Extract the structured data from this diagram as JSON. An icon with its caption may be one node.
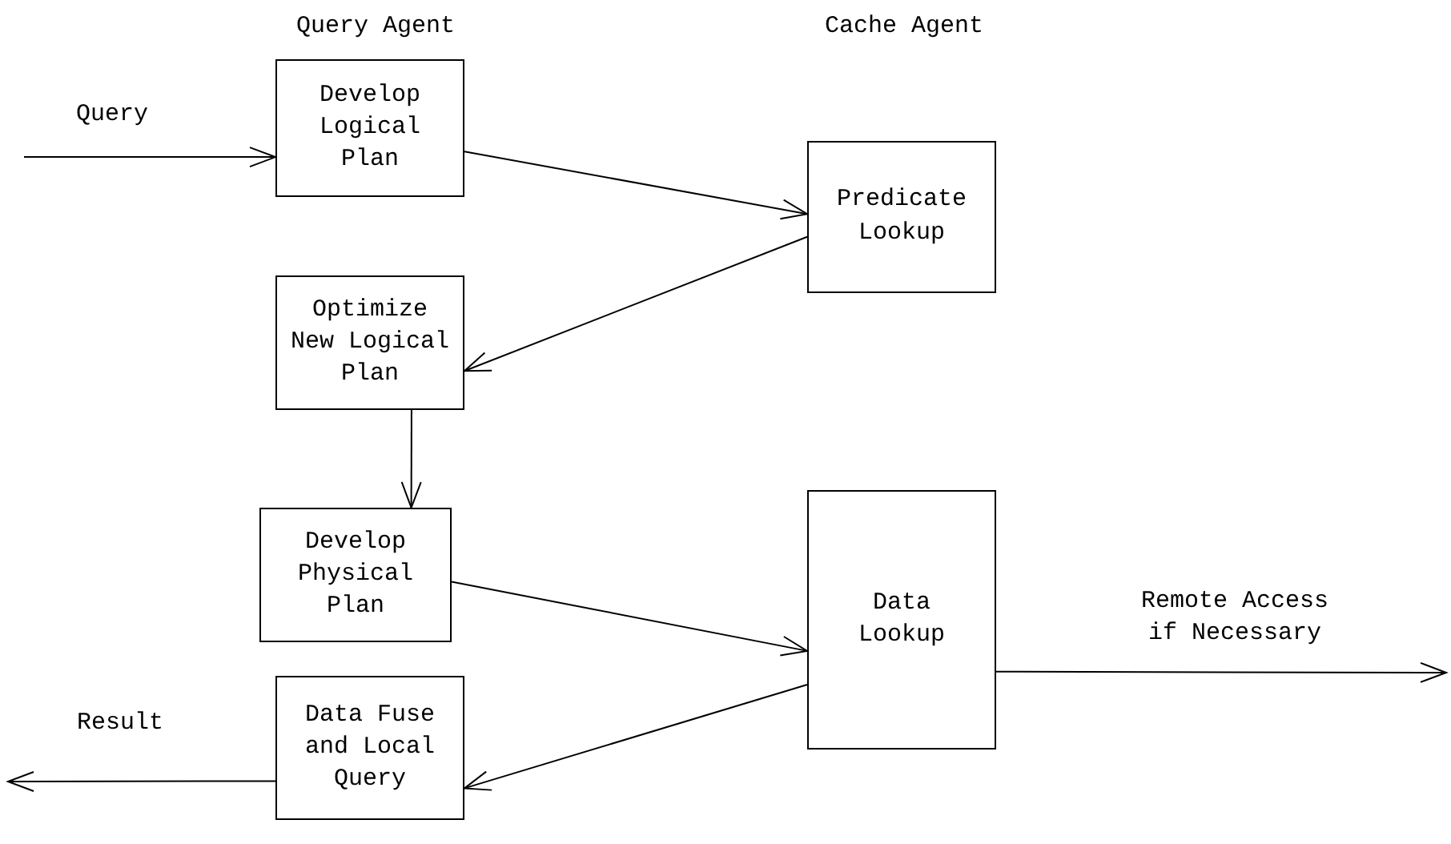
{
  "diagram": {
    "nodes": [
      {
        "text": [
          "Develop Logical Plan"
        ]
      },
      {
        "text": [
          "Predicate Lookup"
        ]
      },
      {
        "text": [
          "Optimize New Logical Plan"
        ]
      },
      {
        "text": [
          "Develop Physical Plan"
        ]
      },
      {
        "text": [
          "Data Lookup"
        ]
      },
      {
        "text": [
          "Data Fuse and Local Query"
        ]
      }
    ],
    "edges": [
      {
        "from": 0,
        "to": 1,
        "arrow": "to"
      },
      {
        "from": 1,
        "to": 2,
        "arrow": "to"
      },
      {
        "from": 2,
        "to": 3,
        "arrow": "to"
      },
      {
        "from": 3,
        "to": 4,
        "arrow": "to"
      },
      {
        "from": 4,
        "to": 5,
        "arrow": "to"
      },
      {
        "from": null,
        "to": 0,
        "arrow": "to",
        "label": "Query"
      },
      {
        "from": 4,
        "to": null,
        "arrow": "to",
        "label": "Remote Access if Necessary"
      },
      {
        "from": 5,
        "to": null,
        "arrow": "to",
        "label": "Result"
      }
    ],
    "labels": [
      "Query Agent",
      "Cache Agent"
    ]
  }
}
